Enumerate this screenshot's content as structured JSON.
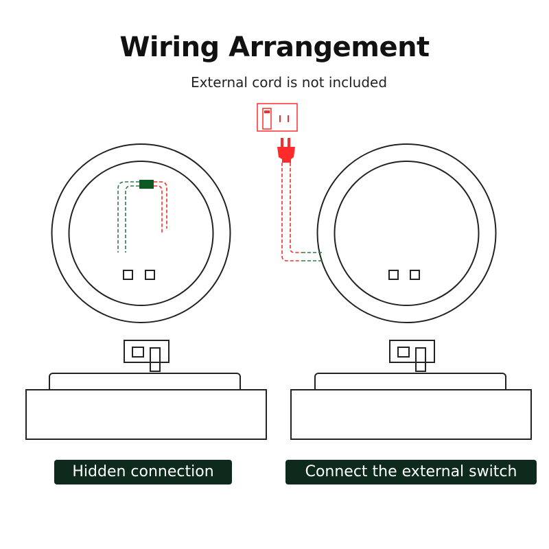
{
  "title": "Wiring Arrangement",
  "subtitle": "External cord is not included",
  "left_label": "Hidden connection",
  "right_label": "Connect the external switch",
  "colors": {
    "wire_red": "#ff2a2a",
    "wire_green": "#2e7a45",
    "connector": "#0b5a22",
    "badge": "#0e2a1d",
    "outline": "#222222"
  }
}
